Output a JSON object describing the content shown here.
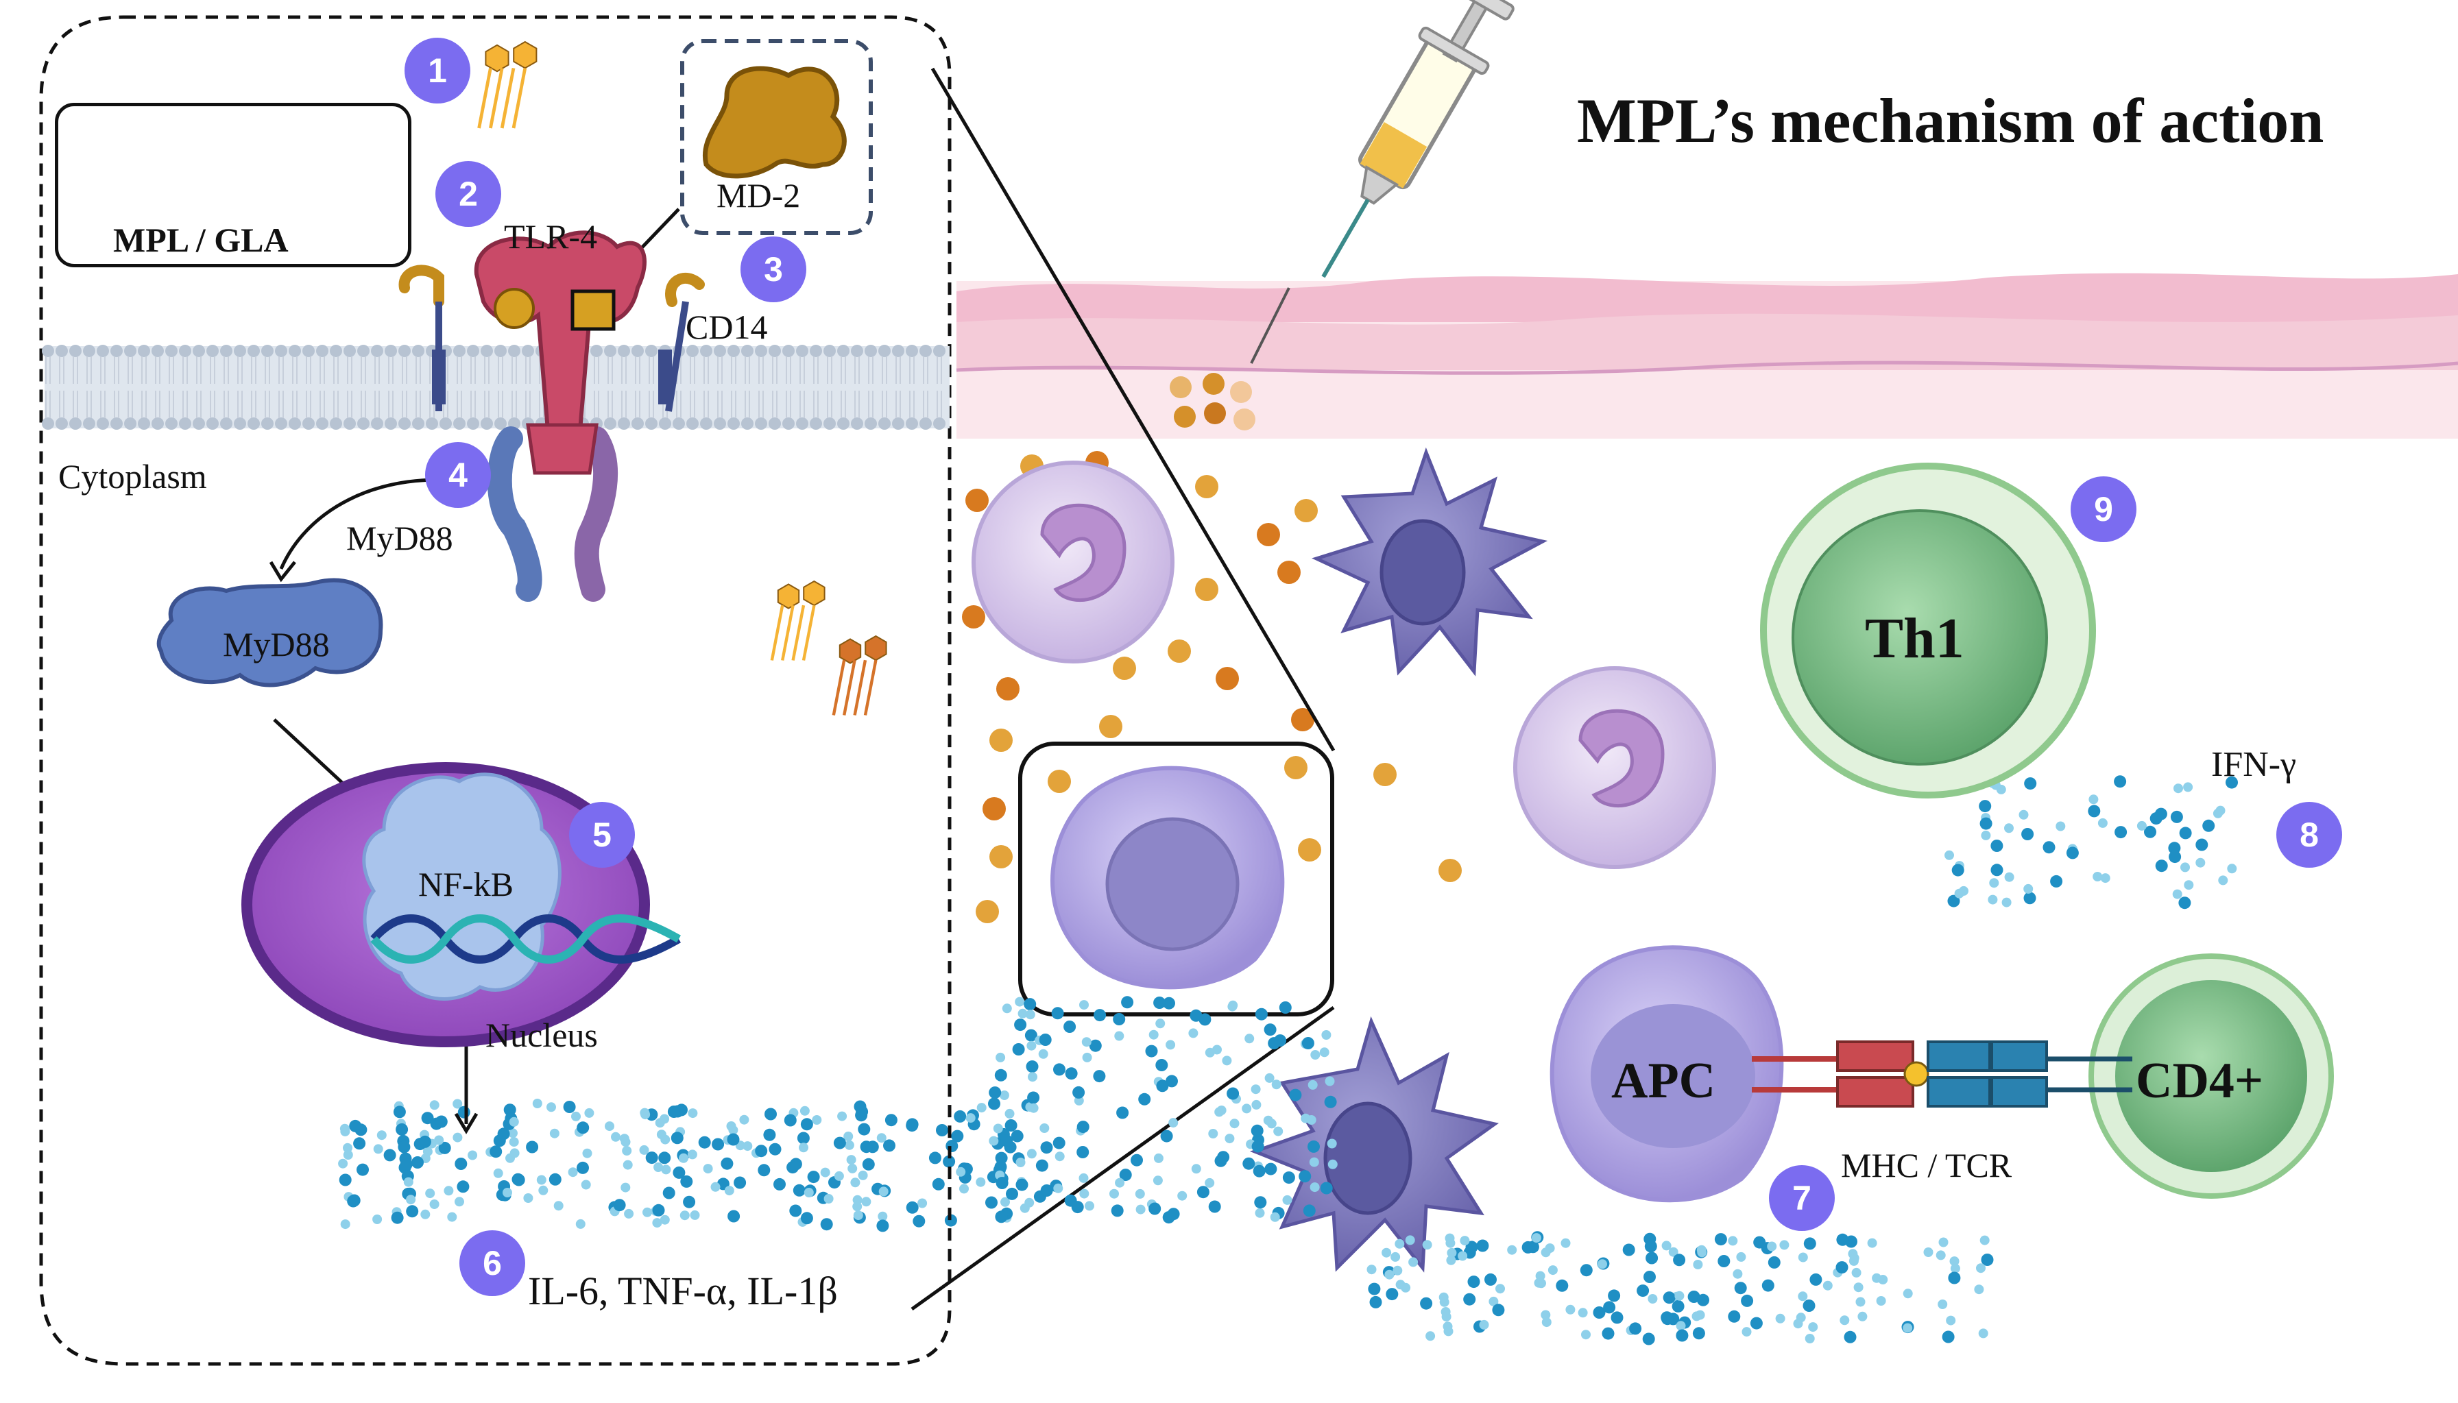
{
  "title": "MPL’s mechanism of action",
  "legend": {
    "label": "MPL / GLA"
  },
  "labels": {
    "md2": "MD-2",
    "tlr4": "TLR-4",
    "cd14": "CD14",
    "cytoplasm": "Cytoplasm",
    "myd88_receptor": "MyD88",
    "myd88_protein": "MyD88",
    "nfkb": "NF-kB",
    "nucleus": "Nucleus",
    "cytokines": "IL-6, TNF-α, IL-1β",
    "mhc_tcr": "MHC / TCR",
    "ifn": "IFN-γ"
  },
  "cells": {
    "th1": "Th1",
    "apc": "APC",
    "cd4": "CD4+"
  },
  "steps": [
    "1",
    "2",
    "3",
    "4",
    "5",
    "6",
    "7",
    "8",
    "9"
  ],
  "colors": {
    "step_badge": "#7b6cf0",
    "mpl_yellow": "#f5b335",
    "gla_orange": "#d5732a",
    "tlr4": "#c94a68",
    "myd88": "#5a78b8",
    "nucleus": "#9b57c4",
    "cytokine": "#3aa5d4",
    "t_cell": "#8fc98d",
    "apc": "#b6a9e6"
  }
}
